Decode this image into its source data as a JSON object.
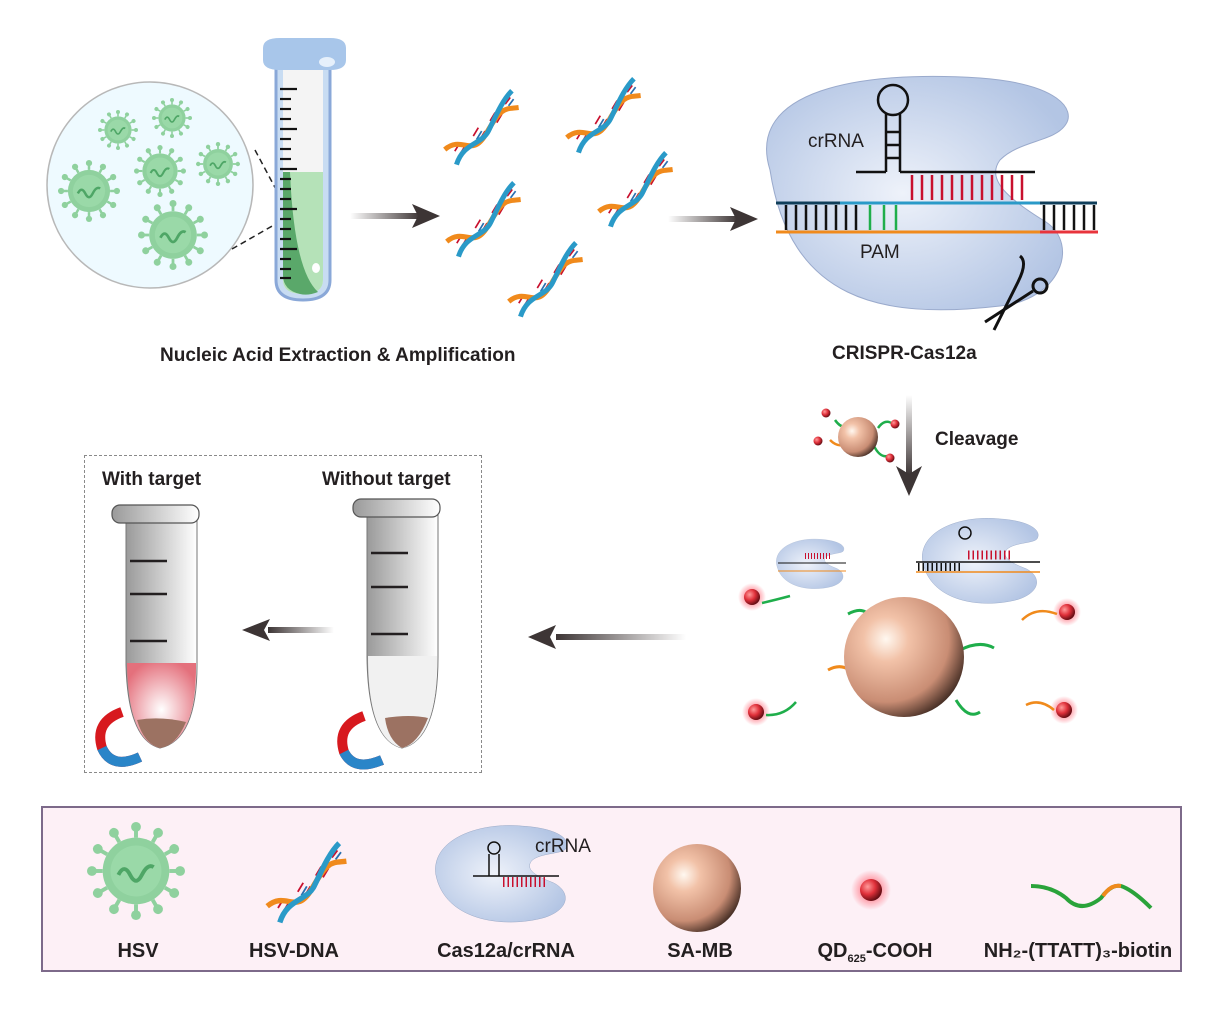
{
  "title": "CRISPR-Cas12a magnetic bead / quantum dot detection workflow for HSV",
  "steps": {
    "extraction_label": "Nucleic Acid Extraction & Amplification",
    "crispr_label": "CRISPR-Cas12a",
    "cleavage_label": "Cleavage",
    "with_target_label": "With target",
    "without_target_label": "Without target"
  },
  "crispr_panel": {
    "crrna_label": "crRNA",
    "pam_label": "PAM"
  },
  "legend": {
    "items": [
      {
        "icon": "virus-icon",
        "label": "HSV"
      },
      {
        "icon": "dna-helix-icon",
        "label": "HSV-DNA"
      },
      {
        "icon": "cas12a-complex-icon",
        "label": "Cas12a/crRNA",
        "inner_label": "crRNA"
      },
      {
        "icon": "magnetic-bead-icon",
        "label": "SA-MB"
      },
      {
        "icon": "quantum-dot-icon",
        "label_main": "QD",
        "label_sub": "625",
        "label_tail": "-COOH"
      },
      {
        "icon": "ssdna-reporter-icon",
        "label": "NH₂-(TTATT)₃-biotin"
      }
    ]
  },
  "colors": {
    "virus_green": "#8fd19e",
    "protein_blue": "#b9c9e6",
    "bead_peach": "#e8a98c",
    "qd_red": "#e8343c",
    "legend_bg": "#fdf0f6",
    "legend_border": "#7d6a8a",
    "dna_orange": "#f08a1c",
    "dna_blue": "#2a9ac8",
    "rna_red": "#c8102e",
    "pam_green": "#1fae4b"
  }
}
